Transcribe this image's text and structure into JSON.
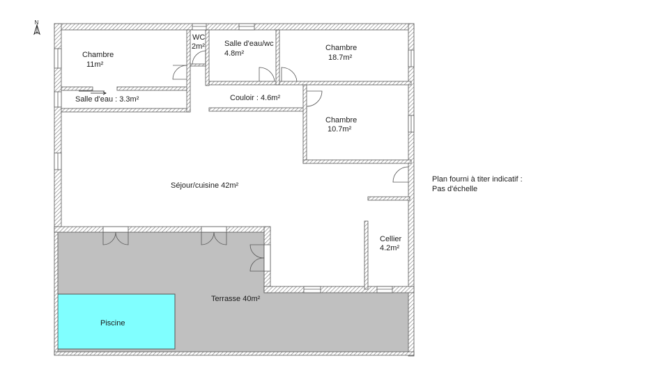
{
  "plan": {
    "compass": {
      "label": "N",
      "icon": "north-arrow-icon"
    },
    "note": {
      "line1": "Plan fourni à titer indicatif :",
      "line2": "Pas d'échelle"
    },
    "rooms": {
      "chambre1": {
        "name": "Chambre",
        "area": "11m²"
      },
      "wc": {
        "name": "WC",
        "area": "2m²"
      },
      "salle_eau_wc": {
        "name": "Salle d'eau/wc",
        "area": "4.8m²"
      },
      "chambre2": {
        "name": "Chambre",
        "area": "18.7m²"
      },
      "salle_eau": {
        "label": "Salle d'eau : 3.3m²"
      },
      "couloir": {
        "label": "Couloir : 4.6m²"
      },
      "chambre3": {
        "name": "Chambre",
        "area": "10.7m²"
      },
      "sejour": {
        "label": "Séjour/cuisine 42m²"
      },
      "cellier": {
        "name": "Cellier",
        "area": "4.2m²"
      },
      "terrasse": {
        "label": "Terrasse 40m²"
      },
      "piscine": {
        "label": "Piscine"
      }
    },
    "colors": {
      "terrace": "#c0c0c0",
      "pool": "#80ffff",
      "wall_stroke": "#555555"
    }
  }
}
